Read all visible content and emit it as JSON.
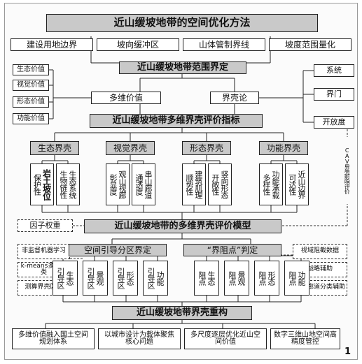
{
  "title": "近山缓坡地带的空间优化方法",
  "top_row": [
    "建设用地边界",
    "坡向缓冲区",
    "山体管制界线",
    "坡度范围量化"
  ],
  "scope": "近山缓坡地带范围界定",
  "left_values": [
    "生态价值",
    "视觉价值",
    "形态价值",
    "功能价值"
  ],
  "multi_value": "多维价值",
  "boundary_theory": "界壳论",
  "right_terms": [
    "系统",
    "界门",
    "开放度"
  ],
  "indicators": "近山缓坡地带多维界壳评价指标",
  "shells": [
    {
      "title": "生态界壳",
      "items": [
        [
          "岩土坡位",
          "保护性"
        ],
        [
          "生态系统",
          "生物链性"
        ]
      ]
    },
    {
      "title": "视觉界壳",
      "items": [
        [
          "观山视廊",
          "彰显度"
        ],
        [
          "串山廊道",
          "通透度"
        ]
      ]
    },
    {
      "title": "形态界壳",
      "items": [
        [
          "建筑肌理",
          "顺势性"
        ],
        [
          "竖向形态",
          "开敞性"
        ]
      ]
    },
    {
      "title": "功能界壳",
      "items": [
        [
          "功能承载",
          "多样性"
        ],
        [
          "近山边界",
          "可达性"
        ]
      ]
    }
  ],
  "factor_weight": "因子权重",
  "side_label": "CAV界壳影响评价",
  "eval_model": "近山缓坡地带的多维界壳评价模型",
  "left_methods": [
    "非监督机器学习",
    "k-means多元聚类",
    "测算界壳区域"
  ],
  "zoning": "空间引导分区界定",
  "node_judge": "“界阻点”判定",
  "right_methods": [
    "视域阻截数据",
    "战略辅助",
    "生态廊道分类辅助"
  ],
  "guide_zones": [
    [
      "生态",
      "引导区"
    ],
    [
      "景观",
      "引导区"
    ],
    [
      "形态",
      "引导区"
    ],
    [
      "功能",
      "引导区"
    ]
  ],
  "block_points": [
    [
      "生态",
      "阻点"
    ],
    [
      "景观",
      "阻点"
    ],
    [
      "形态",
      "阻点"
    ],
    [
      "功能",
      "阻点"
    ]
  ],
  "reconstruct": "近山缓坡地带界壳重构",
  "bottom_row": [
    "多维价值融入国土空间规划体系",
    "以城市设计为载体聚焦核心问题",
    "多尺度逐层优化近山空间价值",
    "数字三维山地空间高精度管控"
  ],
  "figure_number": "1"
}
